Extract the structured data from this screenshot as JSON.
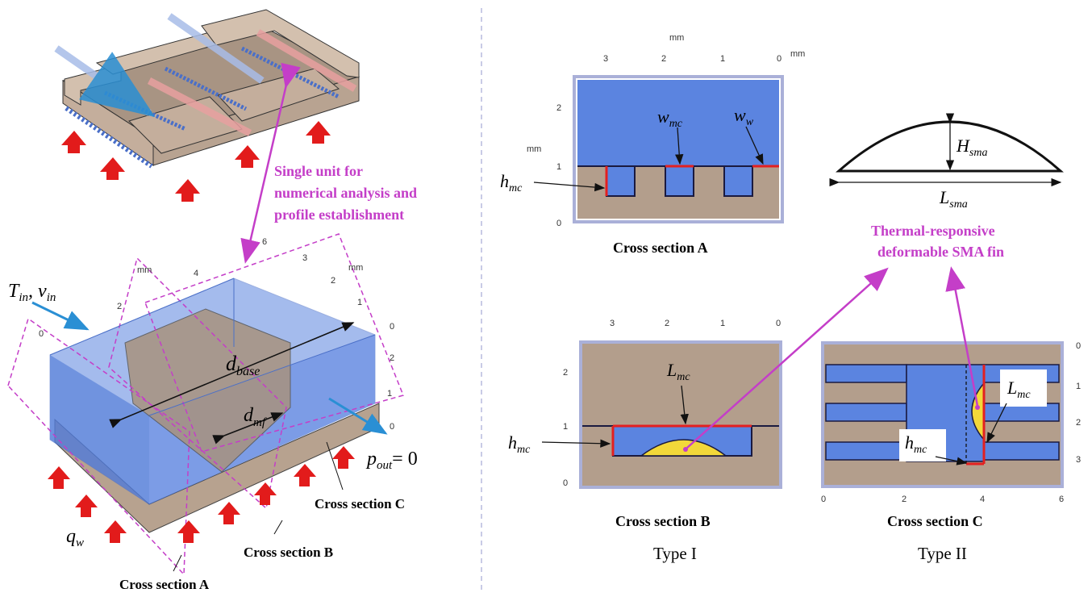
{
  "colors": {
    "coolant": "#5b84e0",
    "substrate": "#b39e8c",
    "wall_edge": "#e32020",
    "sma_fin": "#f2d83a",
    "annotation": "#c43ec8",
    "heat_arrow": "#e21b1b"
  },
  "left": {
    "unit_label_l1": "Single unit for",
    "unit_label_l2": "numerical analysis and",
    "unit_label_l3": "profile establishment",
    "inlet_T": "T",
    "inlet_T_sub": "in",
    "inlet_v": ", v",
    "inlet_v_sub": "in",
    "outlet_p": "p",
    "outlet_p_sub": "out",
    "outlet_eq": "= 0",
    "heat_flux": "q",
    "heat_flux_sub": "w",
    "d_base": "d",
    "d_base_sub": "base",
    "d_mf": "d",
    "d_mf_sub": "mf",
    "cs_a": "Cross section A",
    "cs_b": "Cross section B",
    "cs_c": "Cross section C",
    "axis_top": [
      "6",
      "4",
      "3",
      "2",
      "2",
      "1",
      "0"
    ],
    "axis_unit": [
      "mm",
      "mm"
    ],
    "axis_right": [
      "0",
      "2",
      "1",
      "0"
    ]
  },
  "cs_a": {
    "title": "Cross section A",
    "wmc": "w",
    "wmc_sub": "mc",
    "ww": "w",
    "ww_sub": "w",
    "hmc": "h",
    "hmc_sub": "mc",
    "top_ticks": [
      "3",
      "2",
      "1",
      "0"
    ],
    "left_ticks": [
      "2",
      "1",
      "0"
    ],
    "unit": "mm"
  },
  "sma": {
    "H": "H",
    "H_sub": "sma",
    "L": "L",
    "L_sub": "sma",
    "label_l1": "Thermal-responsive",
    "label_l2": "deformable SMA fin"
  },
  "cs_b": {
    "title": "Cross section B",
    "type": "Type I",
    "Lmc": "L",
    "Lmc_sub": "mc",
    "hmc": "h",
    "hmc_sub": "mc",
    "top_ticks": [
      "3",
      "2",
      "1",
      "0"
    ],
    "left_ticks": [
      "2",
      "1",
      "0"
    ]
  },
  "cs_c": {
    "title": "Cross section C",
    "type": "Type II",
    "Lmc": "L",
    "Lmc_sub": "mc",
    "hmc": "h",
    "hmc_sub": "mc",
    "bottom_ticks": [
      "0",
      "2",
      "4",
      "6"
    ],
    "right_ticks": [
      "0",
      "1",
      "2",
      "3"
    ]
  }
}
